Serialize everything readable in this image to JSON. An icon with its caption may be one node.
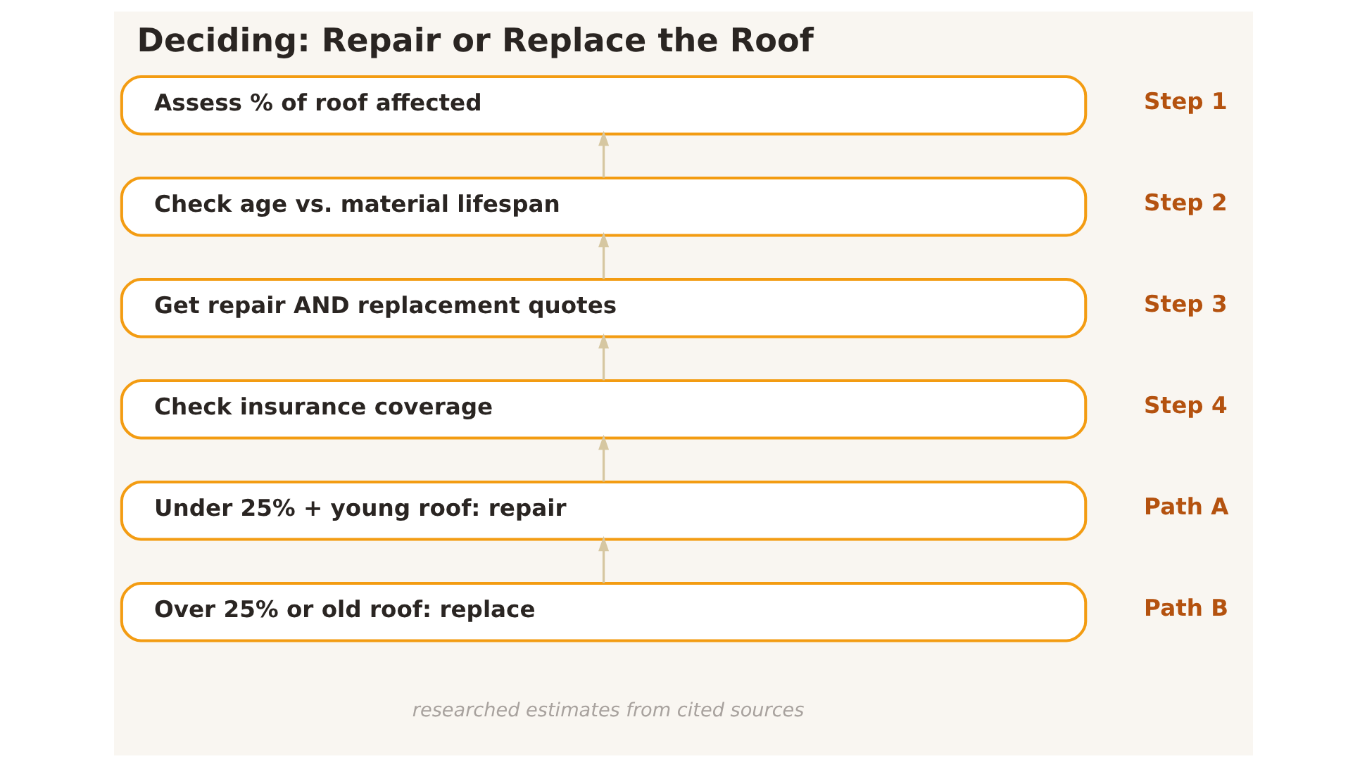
{
  "diagram": {
    "title": "Deciding: Repair or Replace the Roof",
    "nodes": [
      {
        "text": [
          "Assess % of roof affected"
        ],
        "beside": [
          "Step 1"
        ]
      },
      {
        "text": [
          "Check age vs. material lifespan"
        ],
        "beside": [
          "Step 2"
        ]
      },
      {
        "text": [
          "Get repair AND replacement quotes"
        ],
        "beside": [
          "Step 3"
        ]
      },
      {
        "text": [
          "Check insurance coverage"
        ],
        "beside": [
          "Step 4"
        ]
      },
      {
        "text": [
          "Under 25% + young roof: repair"
        ],
        "beside": [
          "Path A"
        ]
      },
      {
        "text": [
          "Over 25% or old roof: replace"
        ],
        "beside": [
          "Path B"
        ]
      }
    ],
    "edges": [
      {
        "from": 1,
        "to": 0,
        "arrow": "to"
      },
      {
        "from": 2,
        "to": 1,
        "arrow": "to"
      },
      {
        "from": 3,
        "to": 2,
        "arrow": "to"
      },
      {
        "from": 4,
        "to": 3,
        "arrow": "to"
      },
      {
        "from": 5,
        "to": 4,
        "arrow": "to"
      }
    ],
    "labels": [
      "researched estimates from cited sources"
    ]
  }
}
